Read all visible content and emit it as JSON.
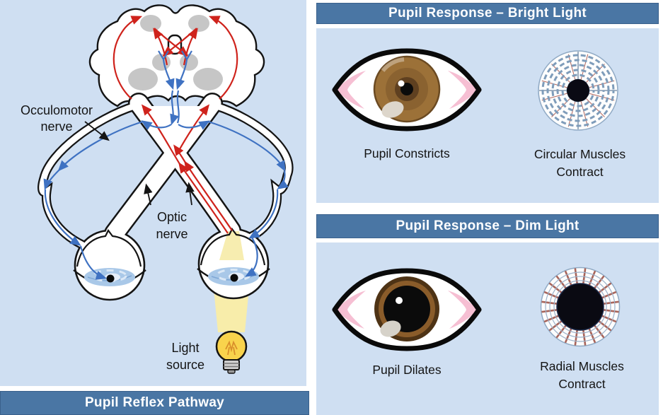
{
  "left_panel": {
    "title": "Pupil Reflex Pathway",
    "occulomotor_label": {
      "line1": "Occulomotor",
      "line2": "nerve"
    },
    "optic_label": {
      "line1": "Optic",
      "line2": "nerve"
    },
    "light_label": {
      "line1": "Light",
      "line2": "source"
    }
  },
  "bright_panel": {
    "title": "Pupil Response – Bright Light",
    "eye_caption": "Pupil Constricts",
    "muscle_caption": {
      "line1": "Circular Muscles",
      "line2": "Contract"
    }
  },
  "dim_panel": {
    "title": "Pupil Response – Dim Light",
    "eye_caption": "Pupil Dilates",
    "muscle_caption": {
      "line1": "Radial Muscles",
      "line2": "Contract"
    }
  },
  "colors": {
    "panel_background": "#cfdff2",
    "title_bar_blue": "#4a76a4",
    "title_text": "#ffffff",
    "afferent_red": "#cf231c",
    "efferent_blue": "#3f72c2",
    "nucleus_gray": "#c6c6c6",
    "iris_brown": "#9c7138",
    "iris_dark_brown": "#5f4020",
    "pupil_black": "#0b0b0b",
    "eye_corner_pink": "#f6bfd3",
    "pathway_iris_blue": "#a9c8e8",
    "beam_yellow": "#f8edaa",
    "bulb_yellow": "#f9d34c",
    "muscle_ring_blue": "#7e9cba",
    "muscle_fiber_red": "#a8655b"
  }
}
